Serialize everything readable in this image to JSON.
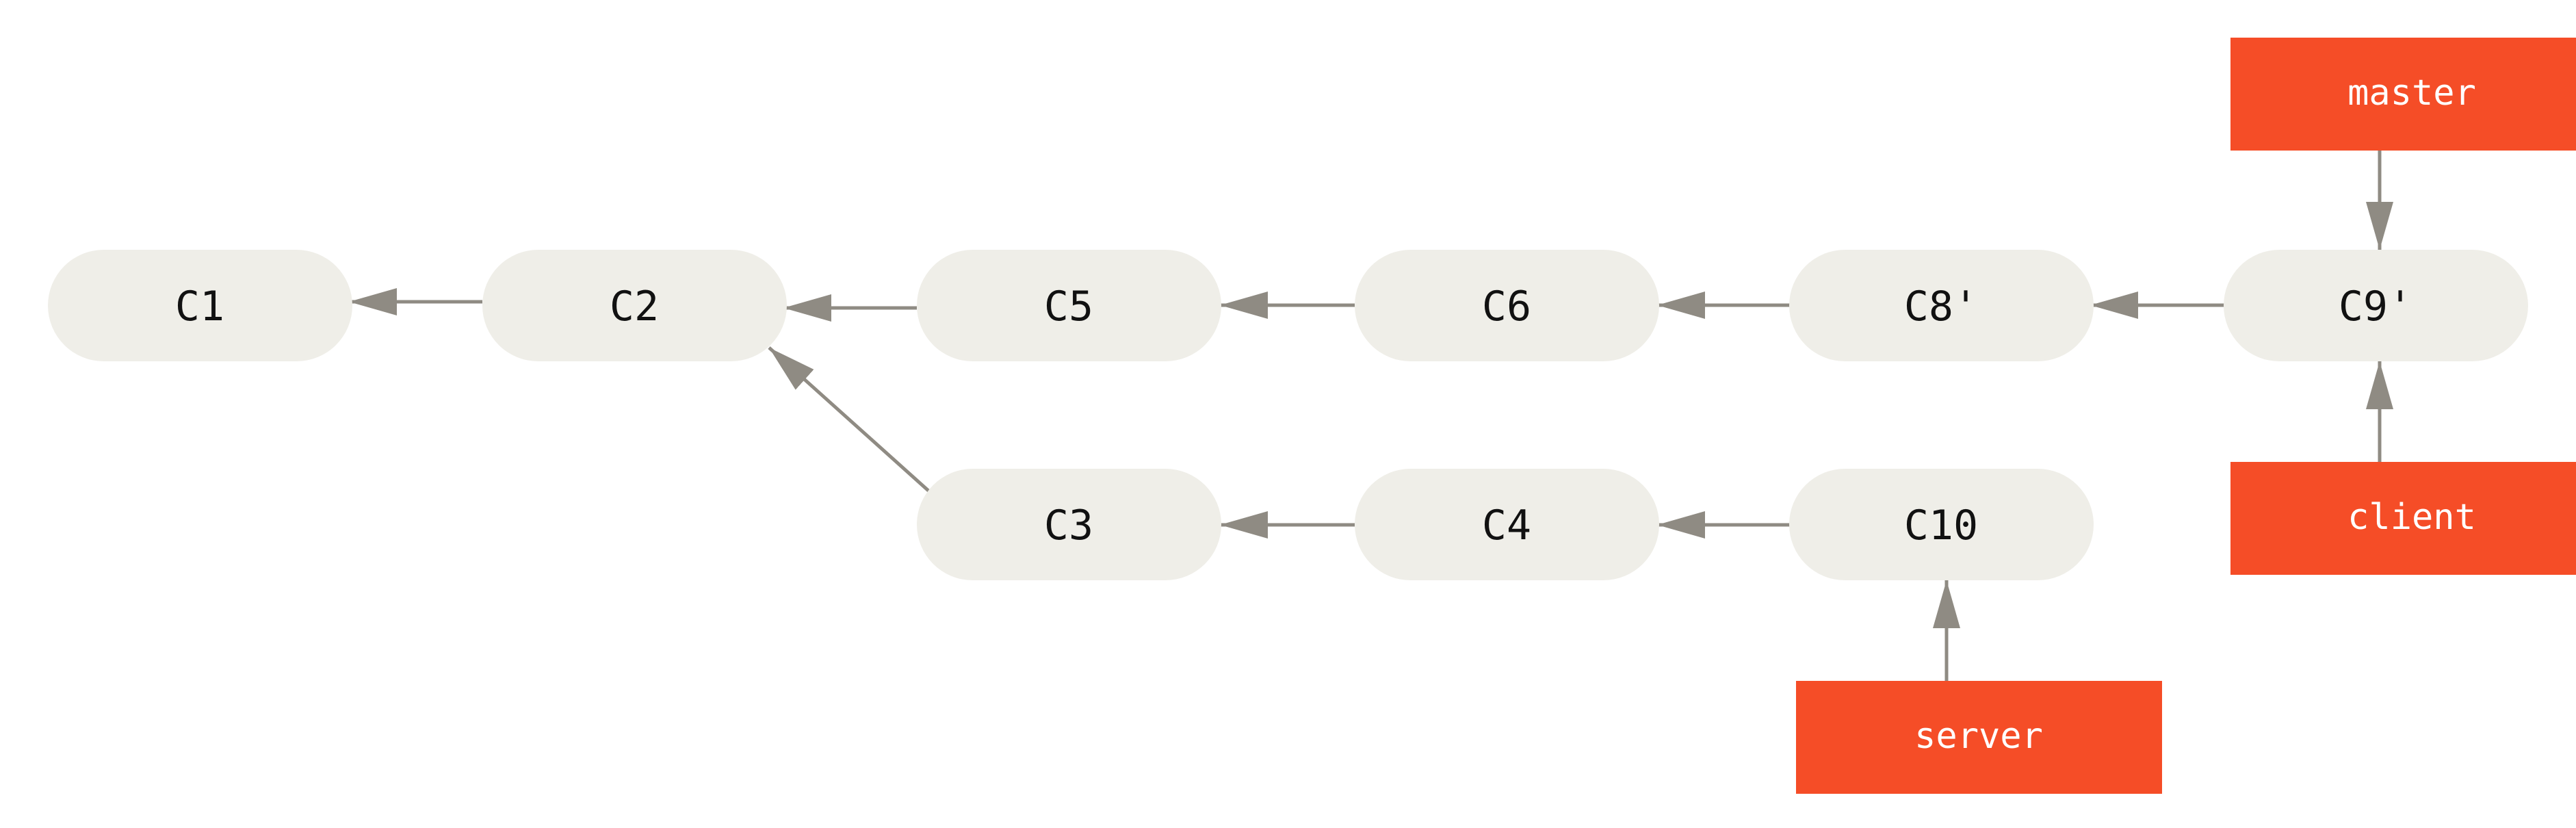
{
  "commits": [
    {
      "id": "c1",
      "label": "C1"
    },
    {
      "id": "c2",
      "label": "C2"
    },
    {
      "id": "c5",
      "label": "C5"
    },
    {
      "id": "c6",
      "label": "C6"
    },
    {
      "id": "c8p",
      "label": "C8'"
    },
    {
      "id": "c9p",
      "label": "C9'"
    },
    {
      "id": "c3",
      "label": "C3"
    },
    {
      "id": "c4",
      "label": "C4"
    },
    {
      "id": "c10",
      "label": "C10"
    }
  ],
  "branches": [
    {
      "id": "master",
      "label": "master",
      "target": "c9p"
    },
    {
      "id": "client",
      "label": "client",
      "target": "c9p"
    },
    {
      "id": "server",
      "label": "server",
      "target": "c10"
    }
  ],
  "parent_links": [
    {
      "from": "c2",
      "to": "c1"
    },
    {
      "from": "c5",
      "to": "c2"
    },
    {
      "from": "c6",
      "to": "c5"
    },
    {
      "from": "c8p",
      "to": "c6"
    },
    {
      "from": "c9p",
      "to": "c8p"
    },
    {
      "from": "c3",
      "to": "c2"
    },
    {
      "from": "c4",
      "to": "c3"
    },
    {
      "from": "c10",
      "to": "c4"
    }
  ],
  "colors": {
    "commit_fill": "#efeee8",
    "branch_fill": "#f54d27",
    "arrow": "#8f8b83",
    "commit_text": "#111111",
    "branch_text": "#ffffff"
  }
}
